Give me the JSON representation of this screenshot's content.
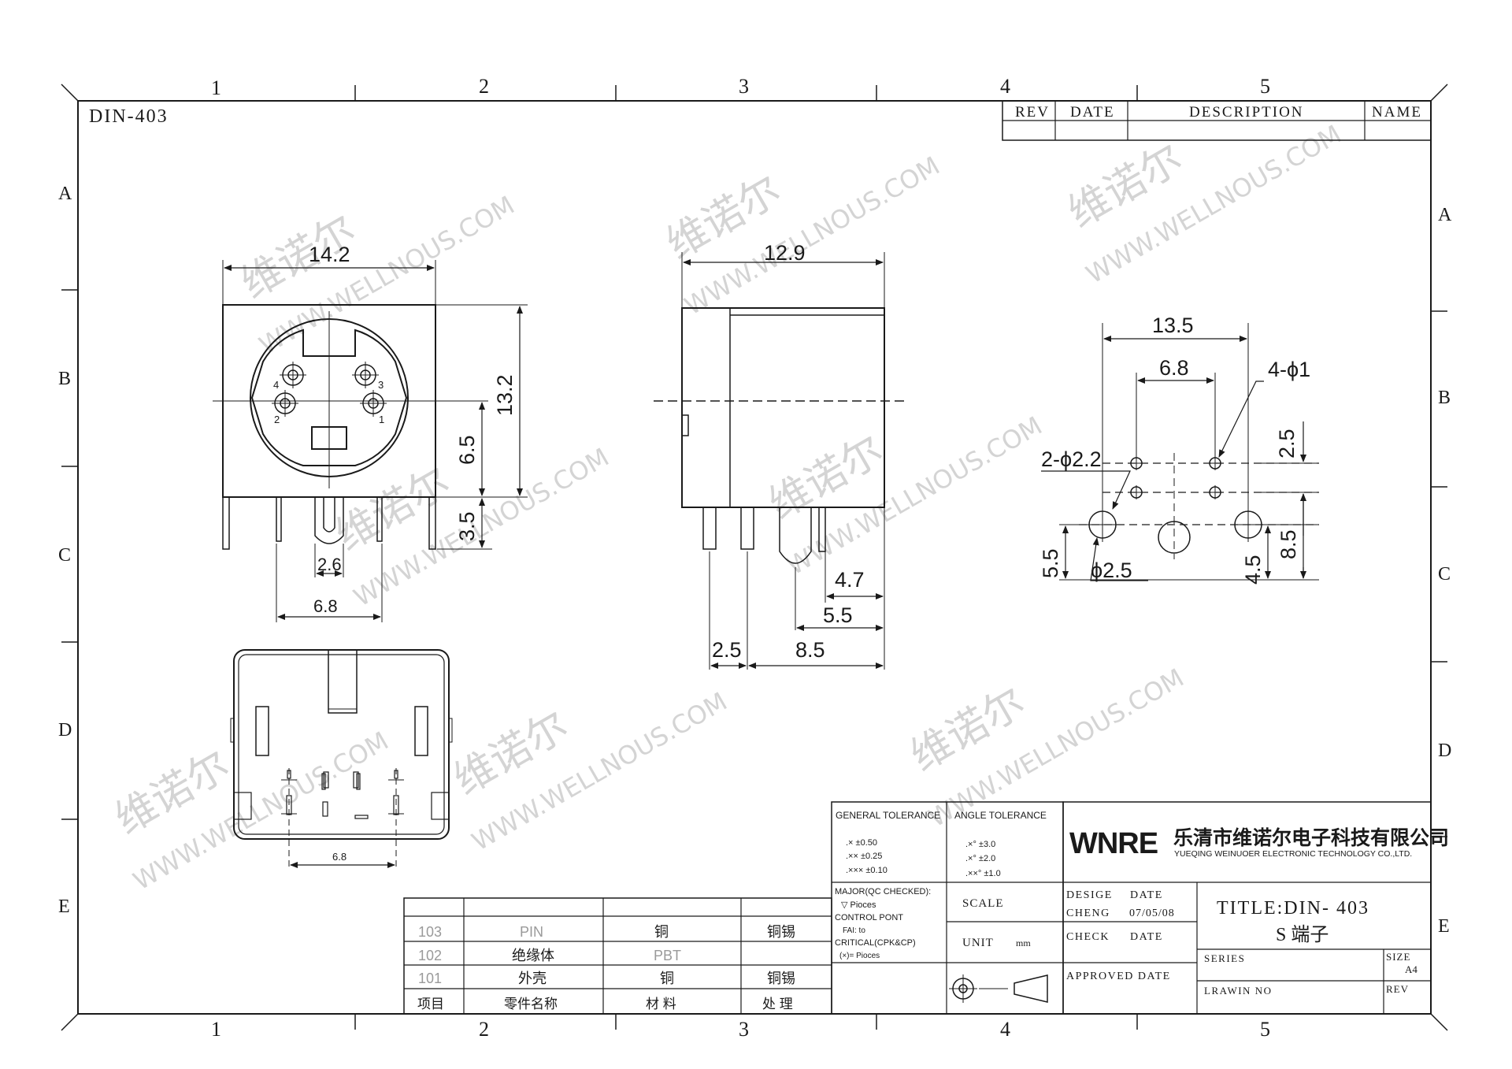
{
  "sheet": {
    "part_label": "DIN-403",
    "col_labels": [
      "1",
      "2",
      "3",
      "4",
      "5"
    ],
    "row_labels": [
      "A",
      "B",
      "C",
      "D",
      "E"
    ]
  },
  "revision_table": {
    "headers": [
      "REV",
      "DATE",
      "DESCRIPTION",
      "NAME"
    ]
  },
  "watermark": {
    "cn": "维诺尔",
    "en": "WWW.WELLNOUS.COM"
  },
  "front_view": {
    "dims": [
      "14.2",
      "13.2",
      "6.5",
      "3.5",
      "2.6",
      "6.8"
    ],
    "pin_numbers": [
      "4",
      "3",
      "2",
      "1"
    ]
  },
  "side_view": {
    "dims": [
      "12.9",
      "4.7",
      "5.5",
      "2.5",
      "8.5"
    ]
  },
  "footprint": {
    "dims": [
      "13.5",
      "6.8",
      "4-ϕ1",
      "2.5",
      "2-ϕ2.2",
      "5.5",
      "ϕ2.5",
      "4.5",
      "8.5"
    ]
  },
  "bottom_view": {
    "dims": [
      "6.8"
    ]
  },
  "bom": {
    "rows": [
      [
        "103",
        "PIN",
        "铜",
        "铜锡"
      ],
      [
        "102",
        "绝缘体",
        "PBT",
        ""
      ],
      [
        "101",
        "外壳",
        "铜",
        "铜锡"
      ]
    ],
    "footer": [
      "项目",
      "零件名称",
      "材 料",
      "处 理"
    ]
  },
  "tolerance": {
    "general_title": "GENERAL TOLERANCE",
    "general_lines": [
      ".× ±0.50",
      ".×× ±0.25",
      ".××× ±0.10"
    ],
    "angle_title": "ANGLE TOLERANCE",
    "angle_lines": [
      ".×° ±3.0",
      ".×° ±2.0",
      ".××° ±1.0"
    ],
    "major_lines": [
      "MAJOR(QC CHECKED):",
      "▽ Pioces",
      "CONTROL PONT",
      "FAI: to",
      "CRITICAL(CPK&CP)",
      "(×)= Pioces"
    ],
    "scale_label": "SCALE",
    "unit_label": "UNIT",
    "unit_value": "mm"
  },
  "title_block": {
    "company_logo": "WNRE",
    "company_cn": "乐清市维诺尔电子科技有限公司",
    "company_en": "YUEQING WEINUOER ELECTRONIC TECHNOLOGY CO.,LTD.",
    "design_label": "DESIGE",
    "date_label": "DATE",
    "cheng_label": "CHENG",
    "cheng_date": "07/05/08",
    "check_label": "CHECK",
    "check_date_label": "DATE",
    "approved_label": "APPROVED DATE",
    "title": "TITLE:DIN- 403",
    "subtitle": "S 端子",
    "series_label": "SERIES",
    "size_label": "SIZE",
    "size_value": "A4",
    "drawing_no_label": "LRAWIN NO",
    "rev_label": "REV"
  }
}
